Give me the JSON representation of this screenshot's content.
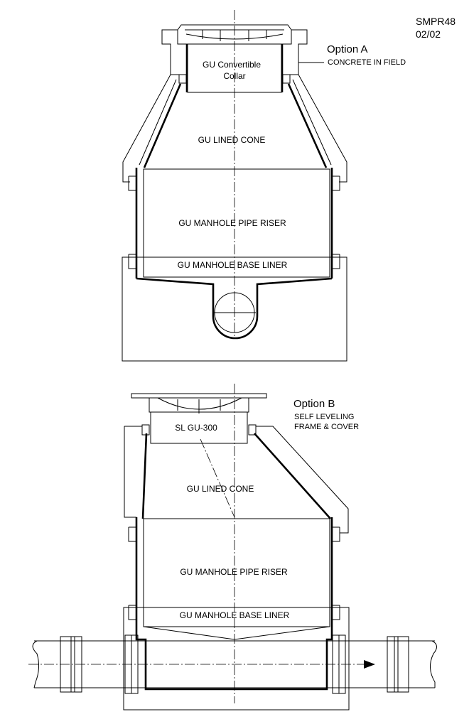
{
  "drawing": {
    "id": "SMPR48",
    "date": "02/02"
  },
  "option_a": {
    "title": "Option A",
    "subtitle": "CONCRETE IN FIELD",
    "labels": {
      "collar_line1": "GU Convertible",
      "collar_line2": "Collar",
      "cone": "GU LINED CONE",
      "riser": "GU MANHOLE PIPE RISER",
      "base": "GU MANHOLE BASE LINER"
    }
  },
  "option_b": {
    "title": "Option B",
    "subtitle_line1": "SELF LEVELING",
    "subtitle_line2": "FRAME & COVER",
    "labels": {
      "frame": "SL GU-300",
      "cone": "GU LINED CONE",
      "riser": "GU MANHOLE PIPE RISER",
      "base": "GU MANHOLE BASE LINER"
    }
  },
  "colors": {
    "line": "#000000",
    "background": "#ffffff"
  }
}
